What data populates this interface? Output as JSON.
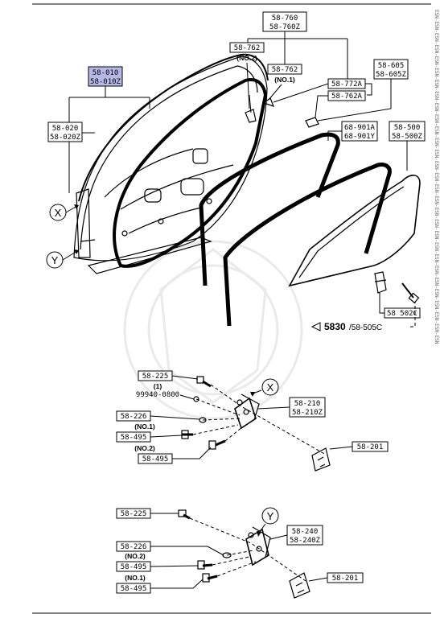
{
  "labels": {
    "p_58_760": "58-760",
    "p_58_760z": "58-760Z",
    "p_58_762_a": "58-762",
    "no2_a": "(NO.2)",
    "p_58_762_b": "58-762",
    "no1_a": "(NO.1)",
    "p_58_010": "58-010",
    "p_58_010z": "58-010Z",
    "p_58_020": "58-020",
    "p_58_020z": "58-020Z",
    "p_58_605": "58-605",
    "p_58_605z": "58-605Z",
    "p_58_772a": "58-772A",
    "p_58_762a": "58-762A",
    "p_68_901a": "68-901A",
    "p_68_901y": "68-901Y",
    "p_58_500": "58-500",
    "p_58_500z": "58-500Z",
    "p_58_502c": "58 502C",
    "ref_main": "5830",
    "ref_sub": "/58-505C",
    "circle_x": "X",
    "circle_y": "Y",
    "h1_225": "58-225",
    "h1_note_1": "(1)",
    "h1_99940": "99940-0800",
    "h1_226": "58-226",
    "h1_no1": "(NO.1)",
    "h1_495_a": "58-495",
    "h1_no2": "(NO.2)",
    "h1_495_b": "58-495",
    "h1_210": "58-210",
    "h1_210z": "58-210Z",
    "h1_201": "58-201",
    "h2_225": "58-225",
    "h2_226": "58-226",
    "h2_no2": "(NO.2)",
    "h2_495_a": "58-495",
    "h2_no1": "(NO.1)",
    "h2_495_b": "58-495",
    "h2_240": "58-240",
    "h2_240z": "58-240Z",
    "h2_201": "58-201",
    "edge_text": "ESN-ESN-ESN-ESN-ESN-ESN-ESN-ESN-ESN-ESN-ESN-ESN-ESN-ESN-ESN-ESN-ESN-ESN-ESN-ESN-ESN-ESN-ESN-ESN-ESN-ESN-ESN-ESN-ESN"
  },
  "colors": {
    "highlight": "#b8b8e8",
    "ink": "#000000",
    "watermark": "#dddddd"
  }
}
